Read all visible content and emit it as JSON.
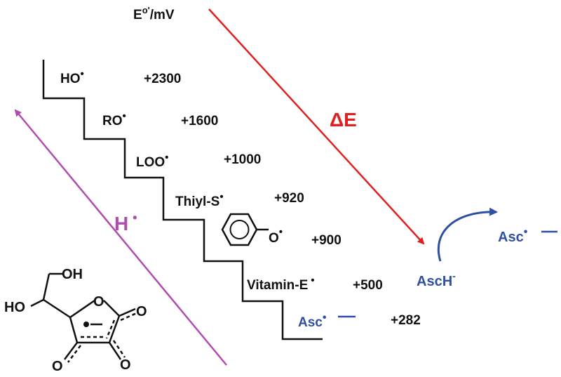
{
  "axis_label": {
    "main": "E",
    "sup": "o'",
    "rest": "/mV"
  },
  "delta_e_label": "ΔE",
  "hydrogen_label": "H",
  "radical_dot": "•",
  "species": [
    {
      "label": "HO",
      "value": "+2300"
    },
    {
      "label": "RO",
      "value": "+1600"
    },
    {
      "label": "LOO",
      "value": "+1000"
    },
    {
      "label": "Thiyl-S",
      "value": "+920"
    },
    {
      "label": "O",
      "value": "+900"
    },
    {
      "label": "Vitamin-E",
      "value": "+500"
    },
    {
      "label": "Asc",
      "value": "+282"
    }
  ],
  "reaction": {
    "reactant": "AscH",
    "reactant_charge": "-",
    "product": "Asc"
  },
  "molecule": {
    "oh_top": "OH",
    "ho_left": "HO",
    "o_ring": "O",
    "o_right": "O",
    "o_bottom_left": "O",
    "o_bottom_right": "O"
  },
  "colors": {
    "red": "#e02020",
    "purple": "#b04db0",
    "blue": "#2e4fa3",
    "black": "#111111"
  }
}
